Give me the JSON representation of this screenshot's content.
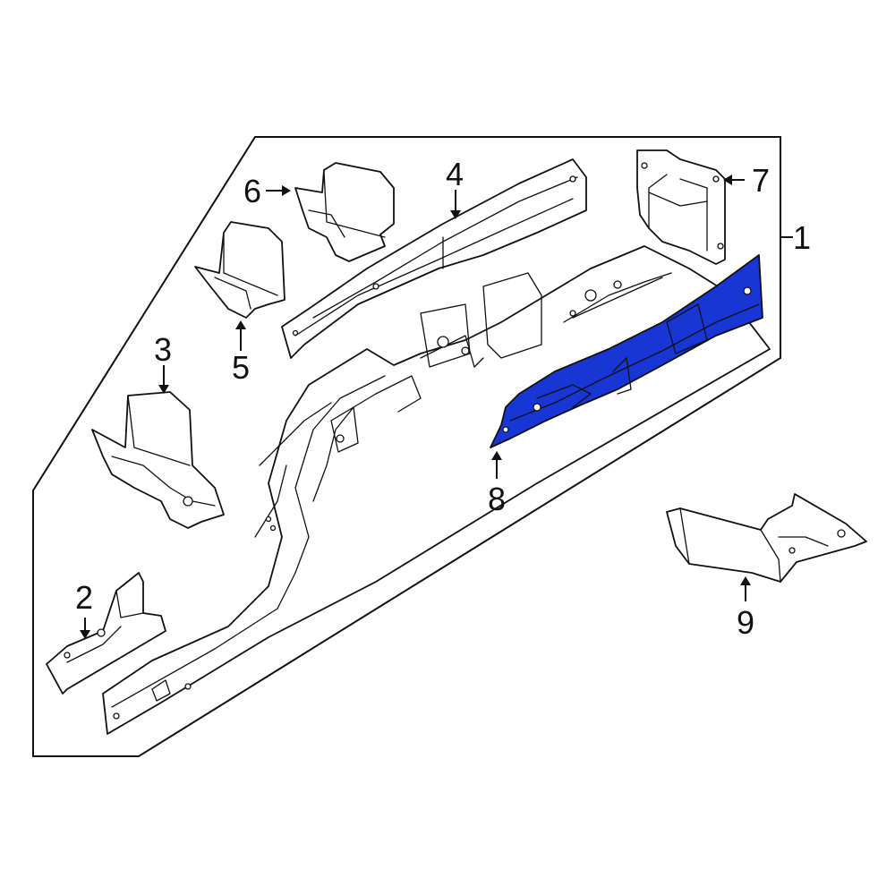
{
  "colors": {
    "highlight": "#1836D6",
    "outline": "#111111",
    "background": "#ffffff"
  },
  "callouts": [
    {
      "id": "1",
      "label": "1"
    },
    {
      "id": "2",
      "label": "2"
    },
    {
      "id": "3",
      "label": "3"
    },
    {
      "id": "4",
      "label": "4"
    },
    {
      "id": "5",
      "label": "5"
    },
    {
      "id": "6",
      "label": "6"
    },
    {
      "id": "7",
      "label": "7"
    },
    {
      "id": "8",
      "label": "8",
      "highlighted": true
    },
    {
      "id": "9",
      "label": "9"
    }
  ]
}
